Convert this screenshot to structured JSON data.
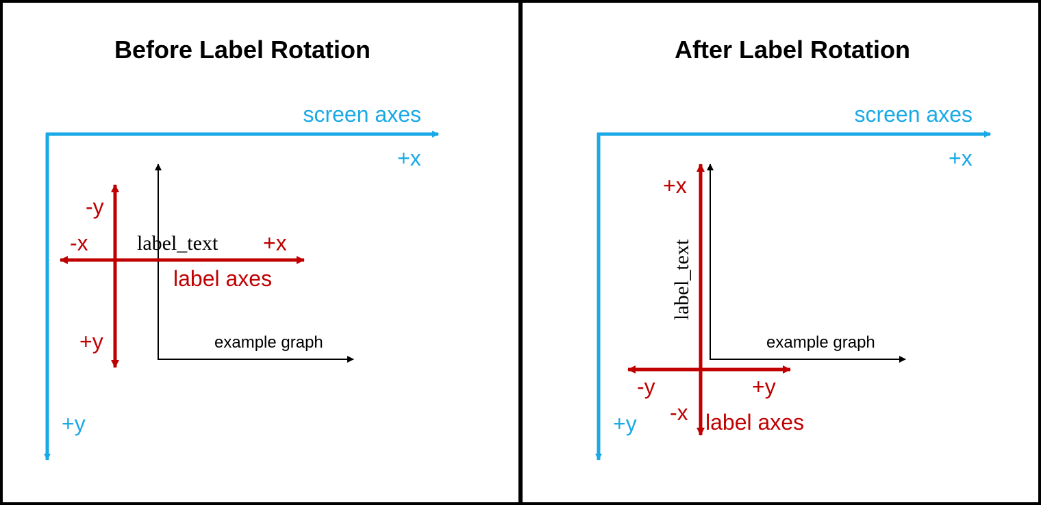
{
  "colors": {
    "screen": "#19a9e6",
    "label": "#c00000",
    "graph": "#000000",
    "border": "#000000"
  },
  "panels": [
    {
      "title": "Before Label Rotation",
      "screen_axes_label": "screen axes",
      "screen_x": "+x",
      "screen_y": "+y",
      "label_neg_y": "-y",
      "label_pos_y": "+y",
      "label_neg_x": "-x",
      "label_pos_x": "+x",
      "label_axes_label": "label axes",
      "label_text": "label_text",
      "graph_label": "example graph"
    },
    {
      "title": "After Label Rotation",
      "screen_axes_label": "screen axes",
      "screen_x": "+x",
      "screen_y": "+y",
      "label_pos_x": "+x",
      "label_neg_x": "-x",
      "label_neg_y": "-y",
      "label_pos_y": "+y",
      "label_axes_label": "label axes",
      "label_text": "label_text",
      "graph_label": "example graph"
    }
  ]
}
